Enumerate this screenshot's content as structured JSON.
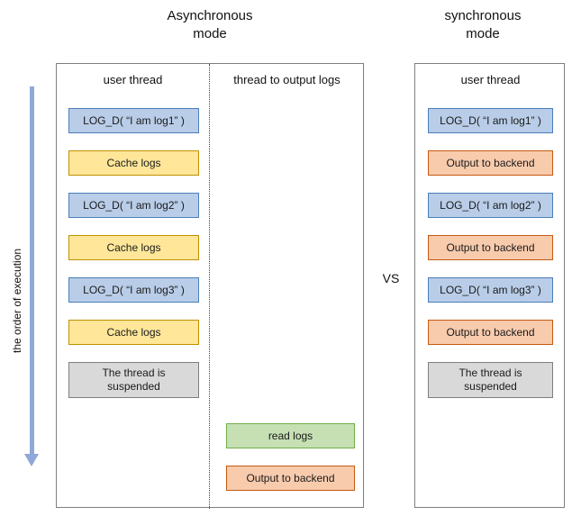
{
  "titles": {
    "async": "Asynchronous\nmode",
    "sync": "synchronous\nmode"
  },
  "vs_label": "VS",
  "arrow_label": "the order of execution",
  "colors": {
    "blue_fill": "#b9cde8",
    "blue_border": "#4a7ebb",
    "yellow_fill": "#ffe699",
    "yellow_border": "#bf9000",
    "orange_fill": "#f8cbad",
    "orange_border": "#c55a11",
    "green_fill": "#c6e0b4",
    "green_border": "#70ad47",
    "gray_fill": "#d9d9d9",
    "gray_border": "#7f7f7f",
    "panel_border": "#7f7f7f",
    "arrow": "#90a8d8"
  },
  "async_panel": {
    "user_thread_header": "user thread",
    "output_thread_header": "thread to output logs",
    "user_boxes": [
      {
        "label": "LOG_D( “I am log1” )",
        "type": "blue"
      },
      {
        "label": "Cache logs",
        "type": "yellow"
      },
      {
        "label": "LOG_D( “I am log2” )",
        "type": "blue"
      },
      {
        "label": "Cache logs",
        "type": "yellow"
      },
      {
        "label": "LOG_D( “I am log3” )",
        "type": "blue"
      },
      {
        "label": "Cache logs",
        "type": "yellow"
      },
      {
        "label": "The thread is suspended",
        "type": "gray"
      }
    ],
    "output_boxes": [
      {
        "label": "read logs",
        "type": "green"
      },
      {
        "label": "Output to backend",
        "type": "orange"
      }
    ]
  },
  "sync_panel": {
    "user_thread_header": "user thread",
    "boxes": [
      {
        "label": "LOG_D( “I am log1” )",
        "type": "blue"
      },
      {
        "label": "Output to backend",
        "type": "orange"
      },
      {
        "label": "LOG_D( “I am log2” )",
        "type": "blue"
      },
      {
        "label": "Output to backend",
        "type": "orange"
      },
      {
        "label": "LOG_D( “I am log3” )",
        "type": "blue"
      },
      {
        "label": "Output to backend",
        "type": "orange"
      },
      {
        "label": "The thread is suspended",
        "type": "gray"
      }
    ]
  }
}
